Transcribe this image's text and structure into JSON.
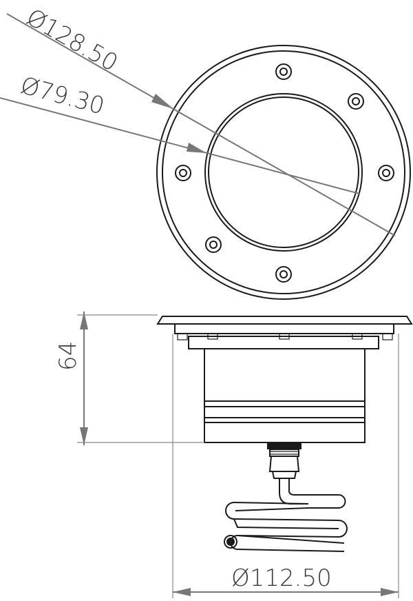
{
  "dimensions": {
    "outer_diameter": "128.50",
    "inner_diameter": "79.30",
    "height": "64",
    "body_diameter": "112.50",
    "diameter_symbol": "Ø"
  },
  "colors": {
    "outline": "#1a1a1a",
    "dimension": "#777777",
    "text": "#3a3a3a",
    "background": "#ffffff"
  }
}
